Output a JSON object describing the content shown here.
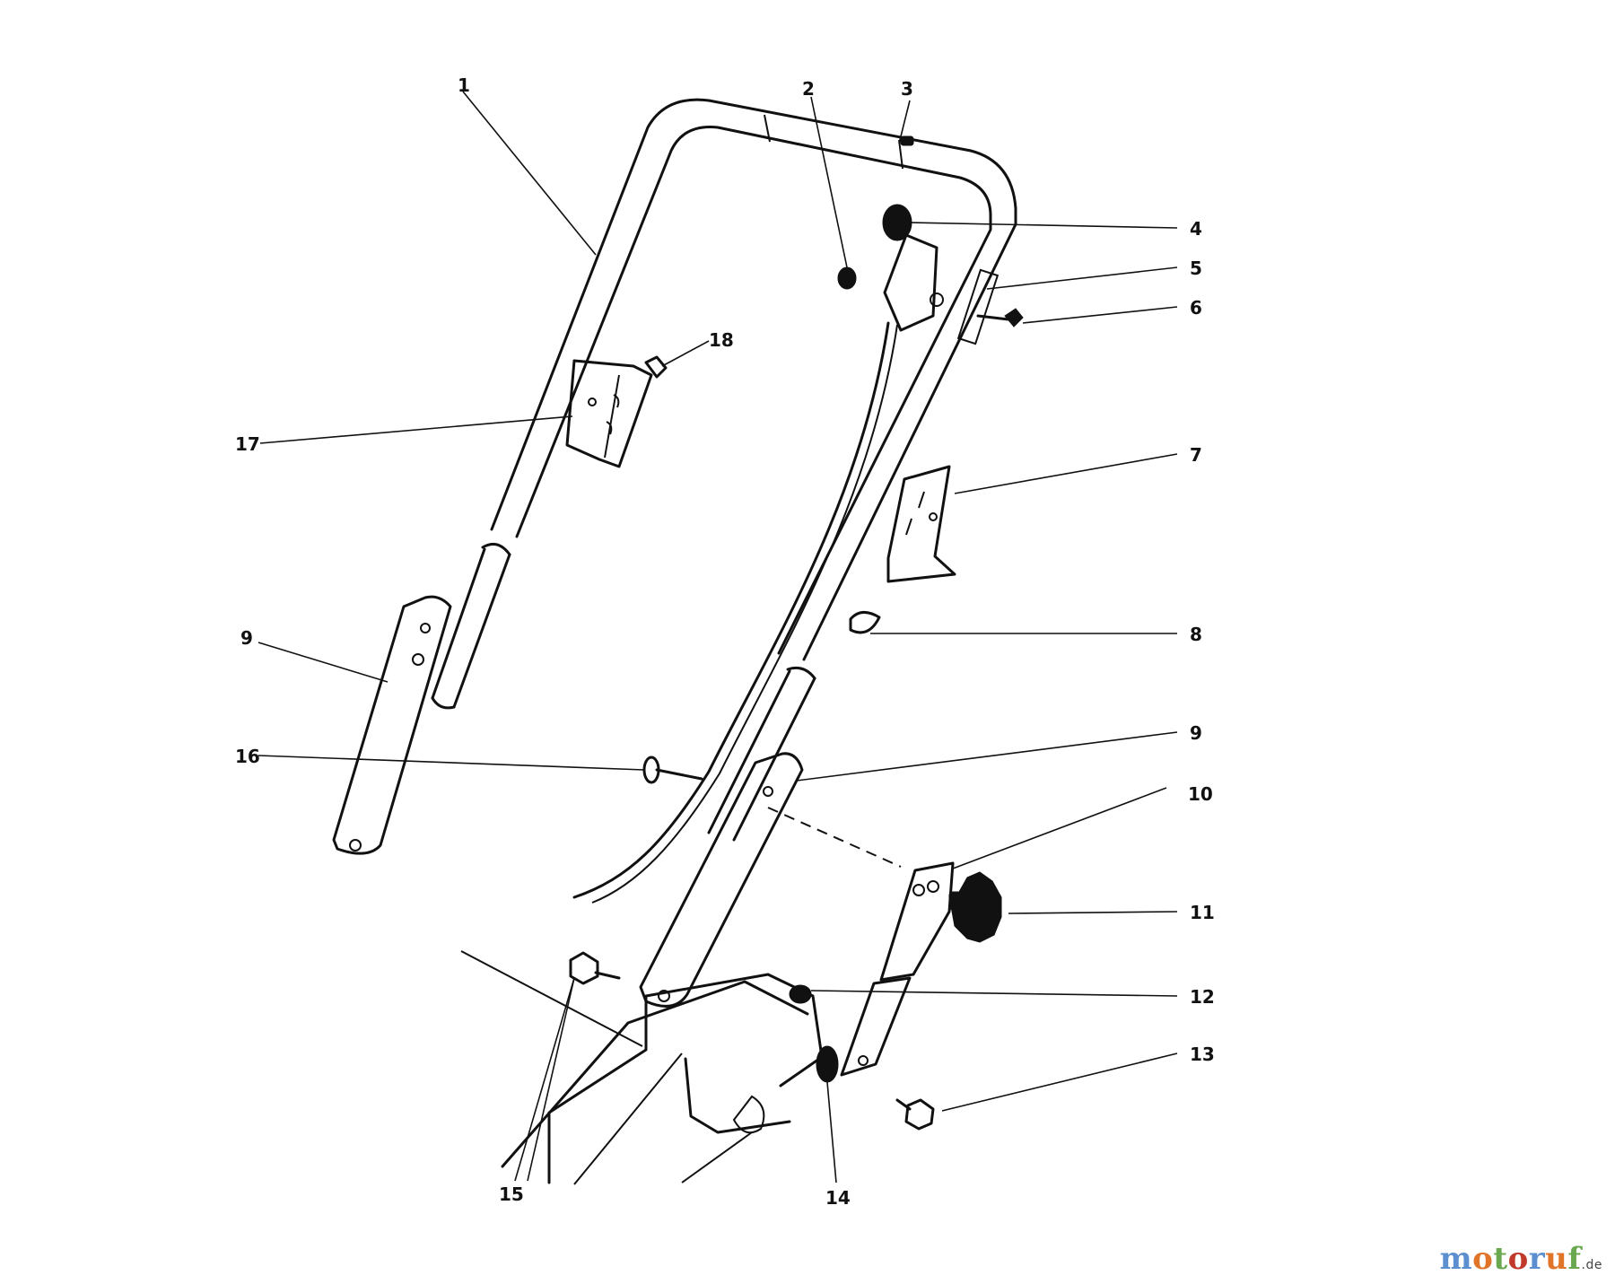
{
  "diagram": {
    "callouts": [
      {
        "id": "c1",
        "label": "1"
      },
      {
        "id": "c2",
        "label": "2"
      },
      {
        "id": "c3",
        "label": "3"
      },
      {
        "id": "c4",
        "label": "4"
      },
      {
        "id": "c5",
        "label": "5"
      },
      {
        "id": "c6",
        "label": "6"
      },
      {
        "id": "c7",
        "label": "7"
      },
      {
        "id": "c8",
        "label": "8"
      },
      {
        "id": "c9a",
        "label": "9"
      },
      {
        "id": "c9b",
        "label": "9"
      },
      {
        "id": "c10",
        "label": "10"
      },
      {
        "id": "c11",
        "label": "11"
      },
      {
        "id": "c12",
        "label": "12"
      },
      {
        "id": "c13",
        "label": "13"
      },
      {
        "id": "c14",
        "label": "14"
      },
      {
        "id": "c15",
        "label": "15"
      },
      {
        "id": "c16",
        "label": "16"
      },
      {
        "id": "c17",
        "label": "17"
      },
      {
        "id": "c18",
        "label": "18"
      }
    ]
  },
  "watermark": {
    "name": "motoruf",
    "tld": ".de",
    "colors": [
      "#5b8fd0",
      "#e0752a",
      "#6aa84f",
      "#c0392b"
    ]
  }
}
